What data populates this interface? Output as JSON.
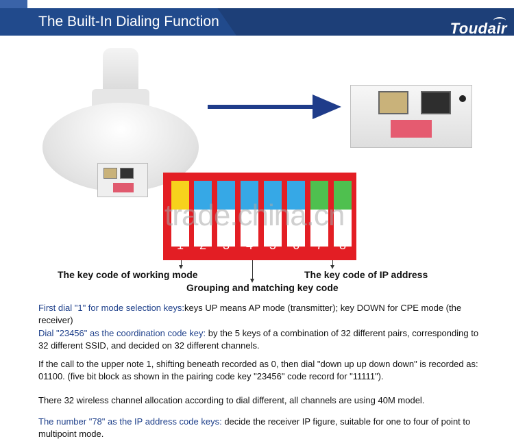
{
  "header": {
    "title": "The Built-In Dialing Function",
    "logo": "Toudair"
  },
  "dip_switch": {
    "keys": [
      {
        "label": "1",
        "color": "#f7d21c"
      },
      {
        "label": "2",
        "color": "#36a8e6"
      },
      {
        "label": "3",
        "color": "#36a8e6"
      },
      {
        "label": "4",
        "color": "#36a8e6"
      },
      {
        "label": "5",
        "color": "#36a8e6"
      },
      {
        "label": "6",
        "color": "#36a8e6"
      },
      {
        "label": "7",
        "color": "#4fc04f"
      },
      {
        "label": "8",
        "color": "#4fc04f"
      }
    ],
    "watermark": "trade.china.cn",
    "frame_color": "#e31e24"
  },
  "labels": {
    "working_mode": "The key code of working mode",
    "ip_address": "The key code of IP address",
    "grouping": "Grouping and matching key code"
  },
  "text": {
    "p1_highlight": "First dial \"1\" for mode selection keys:",
    "p1_body": "keys UP means AP mode (transmitter); key DOWN for CPE mode (the receiver)",
    "p2_highlight": "Dial \"23456\" as the coordination code key:",
    "p2_body": "  by the 5 keys of a combination of 32 different pairs, corresponding to 32 different SSID, and decided on 32 different channels.",
    "p3": "If the call to the upper note 1, shifting beneath recorded as 0, then dial \"down up up down down\" is recorded as: 01100. (five bit block as shown in the pairing code key \"23456\" code record for \"11111\").",
    "p4": "There 32 wireless channel allocation according to dial different, all channels are using 40M model.",
    "p5_highlight": "The number \"78\" as the IP address code keys:",
    "p5_body": " decide the receiver IP figure, suitable for one to four of point to multipoint mode."
  },
  "colors": {
    "header_bg": "#1d3f78",
    "arrow": "#1f3c8a",
    "highlight_text": "#1d3f8a"
  }
}
